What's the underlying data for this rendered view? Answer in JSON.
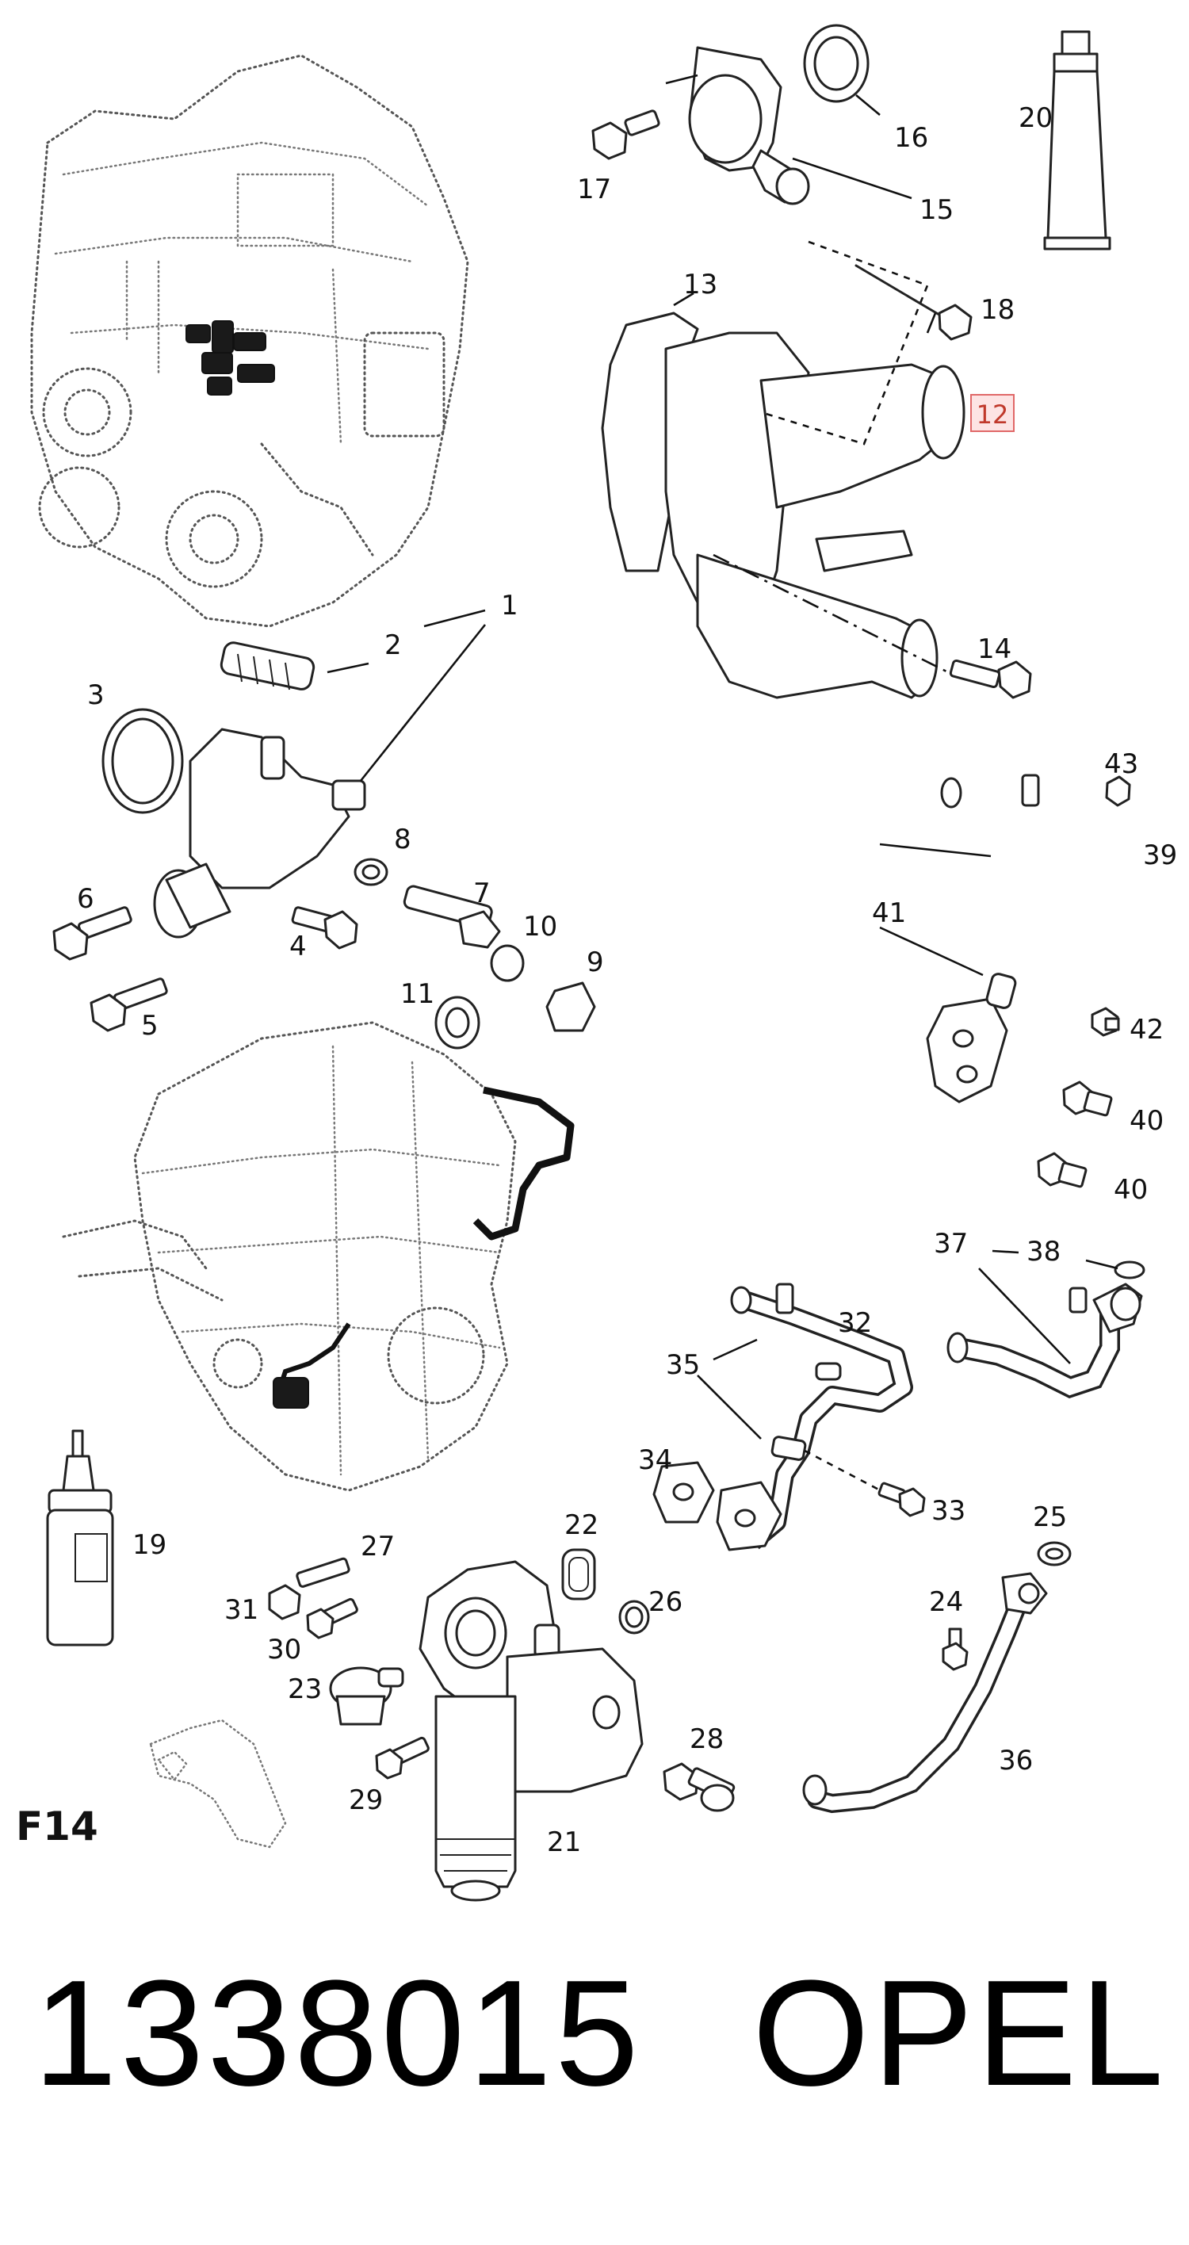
{
  "diagram": {
    "page_code": "F14",
    "highlighted_part": "12",
    "labels": [
      "1",
      "2",
      "3",
      "4",
      "5",
      "6",
      "7",
      "8",
      "9",
      "10",
      "11",
      "13",
      "14",
      "15",
      "16",
      "17",
      "18",
      "19",
      "20",
      "21",
      "22",
      "23",
      "24",
      "25",
      "26",
      "27",
      "28",
      "29",
      "30",
      "31",
      "32",
      "33",
      "34",
      "35",
      "36",
      "37",
      "38",
      "39",
      "40",
      "40",
      "41",
      "42",
      "43"
    ]
  },
  "footer": {
    "part_number": "1338015",
    "brand": "OPEL"
  },
  "colors": {
    "highlight_fill": "#fde4e4",
    "highlight_border": "#e06868",
    "highlight_text": "#c0392b",
    "ink": "#111111"
  }
}
